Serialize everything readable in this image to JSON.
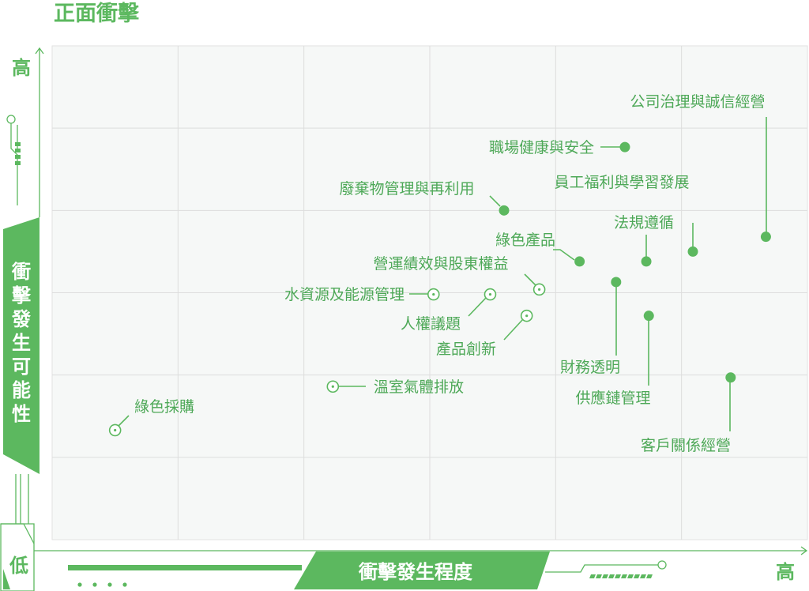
{
  "chart_data": {
    "type": "scatter",
    "title": "正面衝擊",
    "xlabel": "衝擊發生程度",
    "ylabel": "衝擊發生可能性",
    "x_low_label": "低",
    "x_high_label": "高",
    "y_high_label": "高",
    "xlim": [
      0,
      6
    ],
    "ylim": [
      0,
      6
    ],
    "grid": true,
    "colors": {
      "accent": "#5cb85f",
      "label": "#4da857",
      "plot_bg": "#f6f8f7",
      "grid": "#dddddd"
    },
    "points": [
      {
        "label": "公司治理與誠信經營",
        "x": 5.67,
        "y": 3.68,
        "filled": true
      },
      {
        "label": "職場健康與安全",
        "x": 4.55,
        "y": 4.77,
        "filled": true
      },
      {
        "label": "員工福利與學習發展",
        "x": 5.09,
        "y": 3.5,
        "filled": true
      },
      {
        "label": "廢棄物管理與再利用",
        "x": 3.59,
        "y": 4.0,
        "filled": true
      },
      {
        "label": "法規遵循",
        "x": 4.72,
        "y": 3.38,
        "filled": true
      },
      {
        "label": "綠色產品",
        "x": 4.19,
        "y": 3.38,
        "filled": true
      },
      {
        "label": "營運績效與股東權益",
        "x": 3.87,
        "y": 3.04,
        "filled": false
      },
      {
        "label": "水資源及能源管理",
        "x": 3.03,
        "y": 2.98,
        "filled": false
      },
      {
        "label": "人權議題",
        "x": 3.48,
        "y": 2.98,
        "filled": false
      },
      {
        "label": "產品創新",
        "x": 3.77,
        "y": 2.72,
        "filled": false
      },
      {
        "label": "財務透明",
        "x": 4.48,
        "y": 3.13,
        "filled": true
      },
      {
        "label": "供應鏈管理",
        "x": 4.74,
        "y": 2.72,
        "filled": true
      },
      {
        "label": "客戶關係經營",
        "x": 5.39,
        "y": 1.97,
        "filled": true
      },
      {
        "label": "溫室氣體排放",
        "x": 2.23,
        "y": 1.86,
        "filled": false
      },
      {
        "label": "綠色採購",
        "x": 0.5,
        "y": 1.33,
        "filled": false
      }
    ]
  }
}
